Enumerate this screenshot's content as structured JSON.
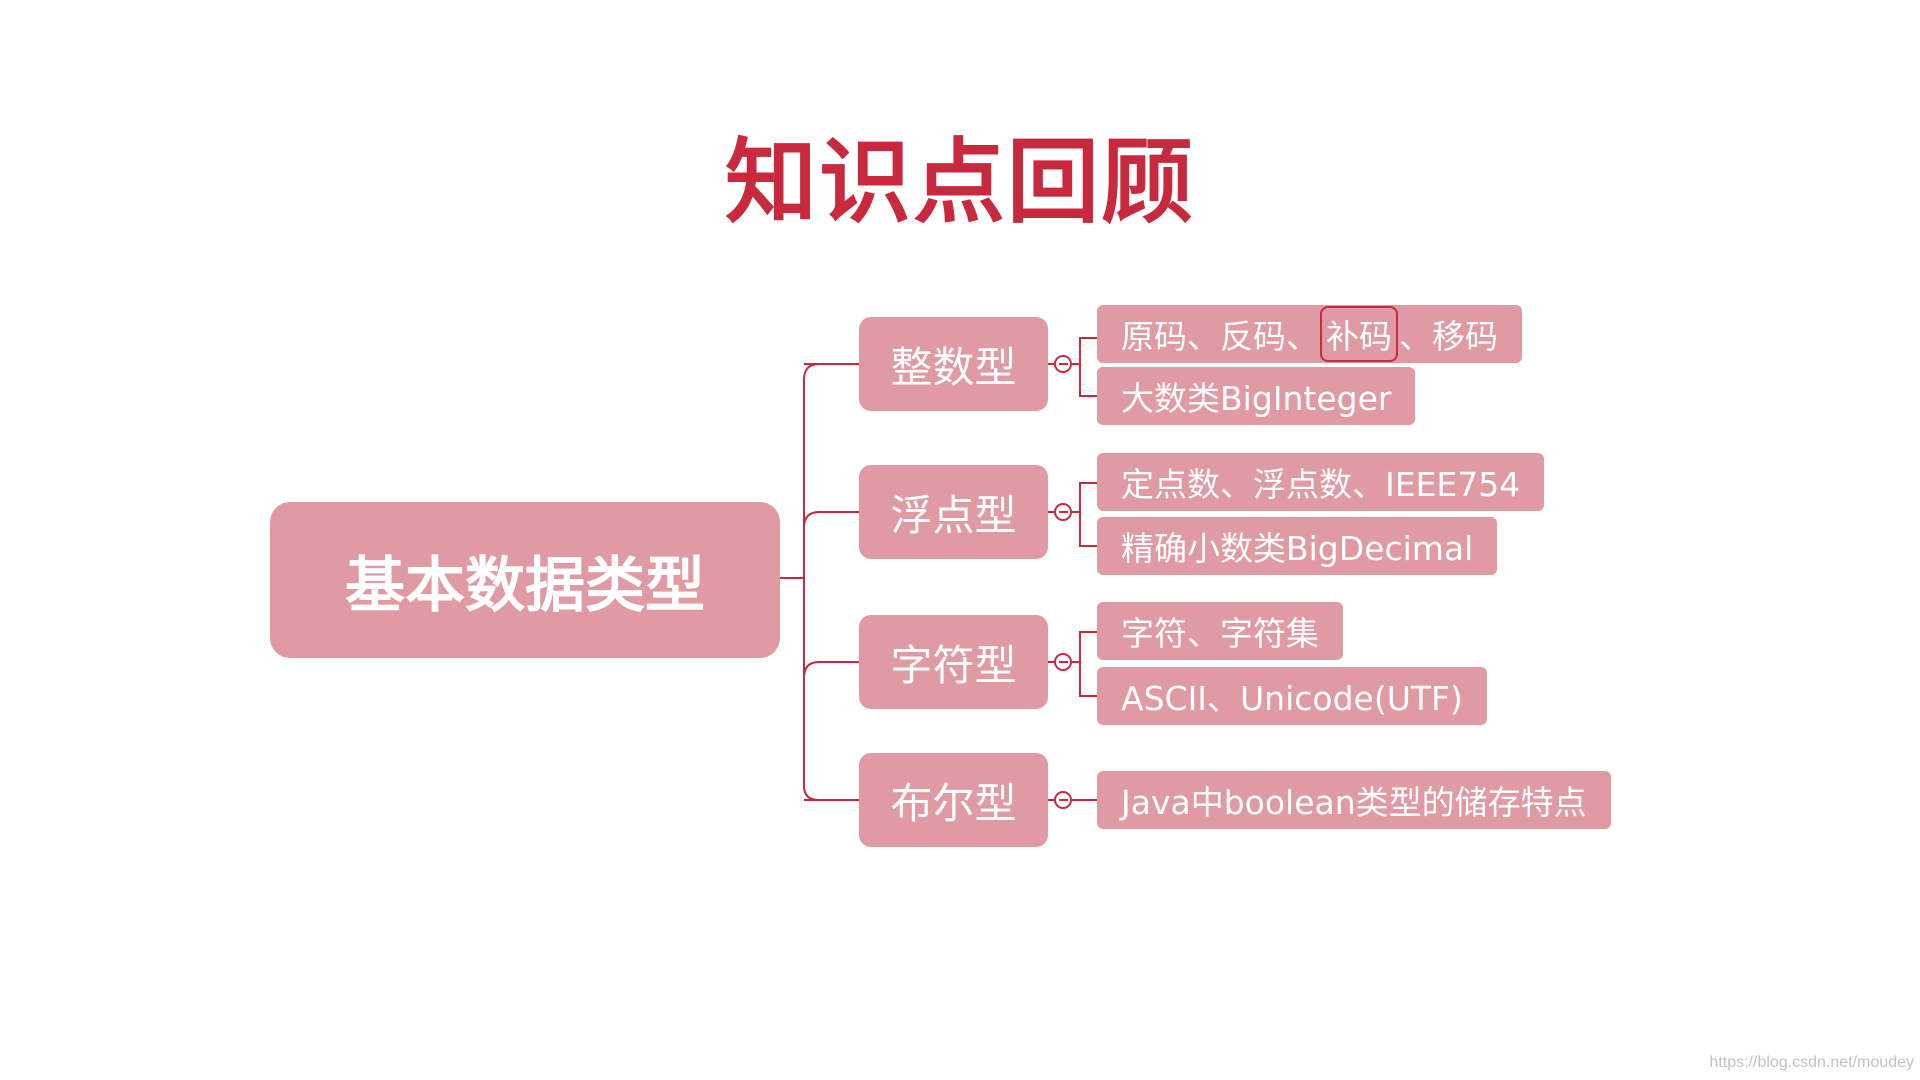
{
  "title": "知识点回顾",
  "root": {
    "label": "基本数据类型"
  },
  "branches": [
    {
      "label": "整数型",
      "leaves": [
        {
          "pre": "原码、反码、",
          "highlight": "补码",
          "post": "、移码"
        },
        {
          "text": "大数类BigInteger"
        }
      ]
    },
    {
      "label": "浮点型",
      "leaves": [
        {
          "text": "定点数、浮点数、IEEE754"
        },
        {
          "text": "精确小数类BigDecimal"
        }
      ]
    },
    {
      "label": "字符型",
      "leaves": [
        {
          "text": "字符、字符集"
        },
        {
          "text": "ASCII、Unicode(UTF)"
        }
      ]
    },
    {
      "label": "布尔型",
      "leaves": [
        {
          "text": "Java中boolean类型的储存特点"
        }
      ]
    }
  ],
  "watermark": "https://blog.csdn.net/moudey",
  "colors": {
    "node": "#e09aa3",
    "accent": "#c8293f",
    "text": "#ffffff"
  }
}
